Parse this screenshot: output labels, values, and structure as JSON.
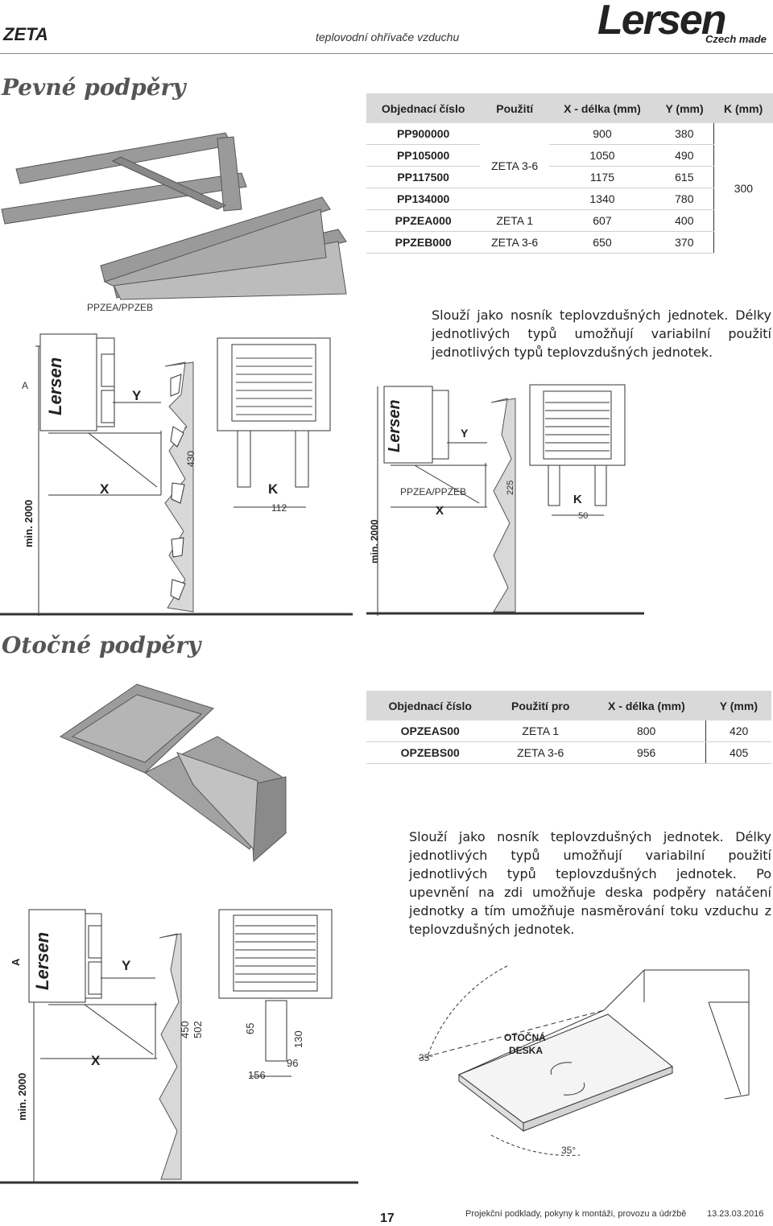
{
  "header": {
    "title": "ZETA",
    "subtitle": "teplovodní ohřívače vzduchu",
    "logo": "Lersen",
    "logo_sub": "Czech made"
  },
  "fixed": {
    "heading": "Pevné podpěry",
    "columns": [
      "Objednací číslo",
      "Použití",
      "X - délka (mm)",
      "Y (mm)",
      "K (mm)"
    ],
    "rows": [
      {
        "code": "PP900000",
        "use": "",
        "x": "900",
        "y": "380"
      },
      {
        "code": "PP105000",
        "use": "",
        "x": "1050",
        "y": "490"
      },
      {
        "code": "PP117500",
        "use": "",
        "x": "1175",
        "y": "615"
      },
      {
        "code": "PP134000",
        "use": "",
        "x": "1340",
        "y": "780"
      },
      {
        "code": "PPZEA000",
        "use": "ZETA 1",
        "x": "607",
        "y": "400"
      },
      {
        "code": "PPZEB000",
        "use": "ZETA 3-6",
        "x": "650",
        "y": "370"
      }
    ],
    "merged_use": "ZETA 3-6",
    "k_value": "300",
    "description": "Slouží jako nosník teplovzdušných jednotek. Délky jednotlivých typů umožňují variabilní použití jednotlivých typů teplovzdušných jednotek.",
    "diagram_left": {
      "type_label": "PPZEA/PPZEB",
      "a": "A",
      "y": "Y",
      "x": "X",
      "k": "K",
      "h": "430",
      "k_val": "112",
      "min": "min. 2000",
      "brand": "Lersen"
    },
    "diagram_right": {
      "type_label": "PPZEA/PPZEB",
      "y": "Y",
      "x": "X",
      "k": "K",
      "h": "225",
      "k_val": "50",
      "min": "min. 2000",
      "brand": "Lersen"
    }
  },
  "rotary": {
    "heading": "Otočné podpěry",
    "columns": [
      "Objednací číslo",
      "Použití pro",
      "X - délka (mm)",
      "Y (mm)"
    ],
    "rows": [
      {
        "code": "OPZEAS00",
        "use": "ZETA 1",
        "x": "800",
        "y": "420"
      },
      {
        "code": "OPZEBS00",
        "use": "ZETA 3-6",
        "x": "956",
        "y": "405"
      }
    ],
    "description": "Slouží jako nosník teplovzdušných jednotek. Délky jednotlivých typů umožňují variabilní použití jednotlivých typů teplovzdušných jednotek. Po upevnění na zdi umožňuje deska podpěry natáčení jednotky a tím umožňuje nasměrování toku vzduchu z teplovzdušných jednotek.",
    "diagram": {
      "a": "A",
      "y": "Y",
      "x": "X",
      "h1": "450",
      "h2": "502",
      "d65": "65",
      "d130": "130",
      "d156": "156",
      "d96": "96",
      "min": "min. 2000",
      "brand": "Lersen"
    },
    "plate": {
      "label1": "OTOČNÁ",
      "label2": "DESKA",
      "angle1": "35°",
      "angle2": "35°"
    }
  },
  "footer": {
    "page": "17",
    "text": "Projekční podklady, pokyny k montáži, provozu a údržbě",
    "date": "13.23.03.2016"
  }
}
